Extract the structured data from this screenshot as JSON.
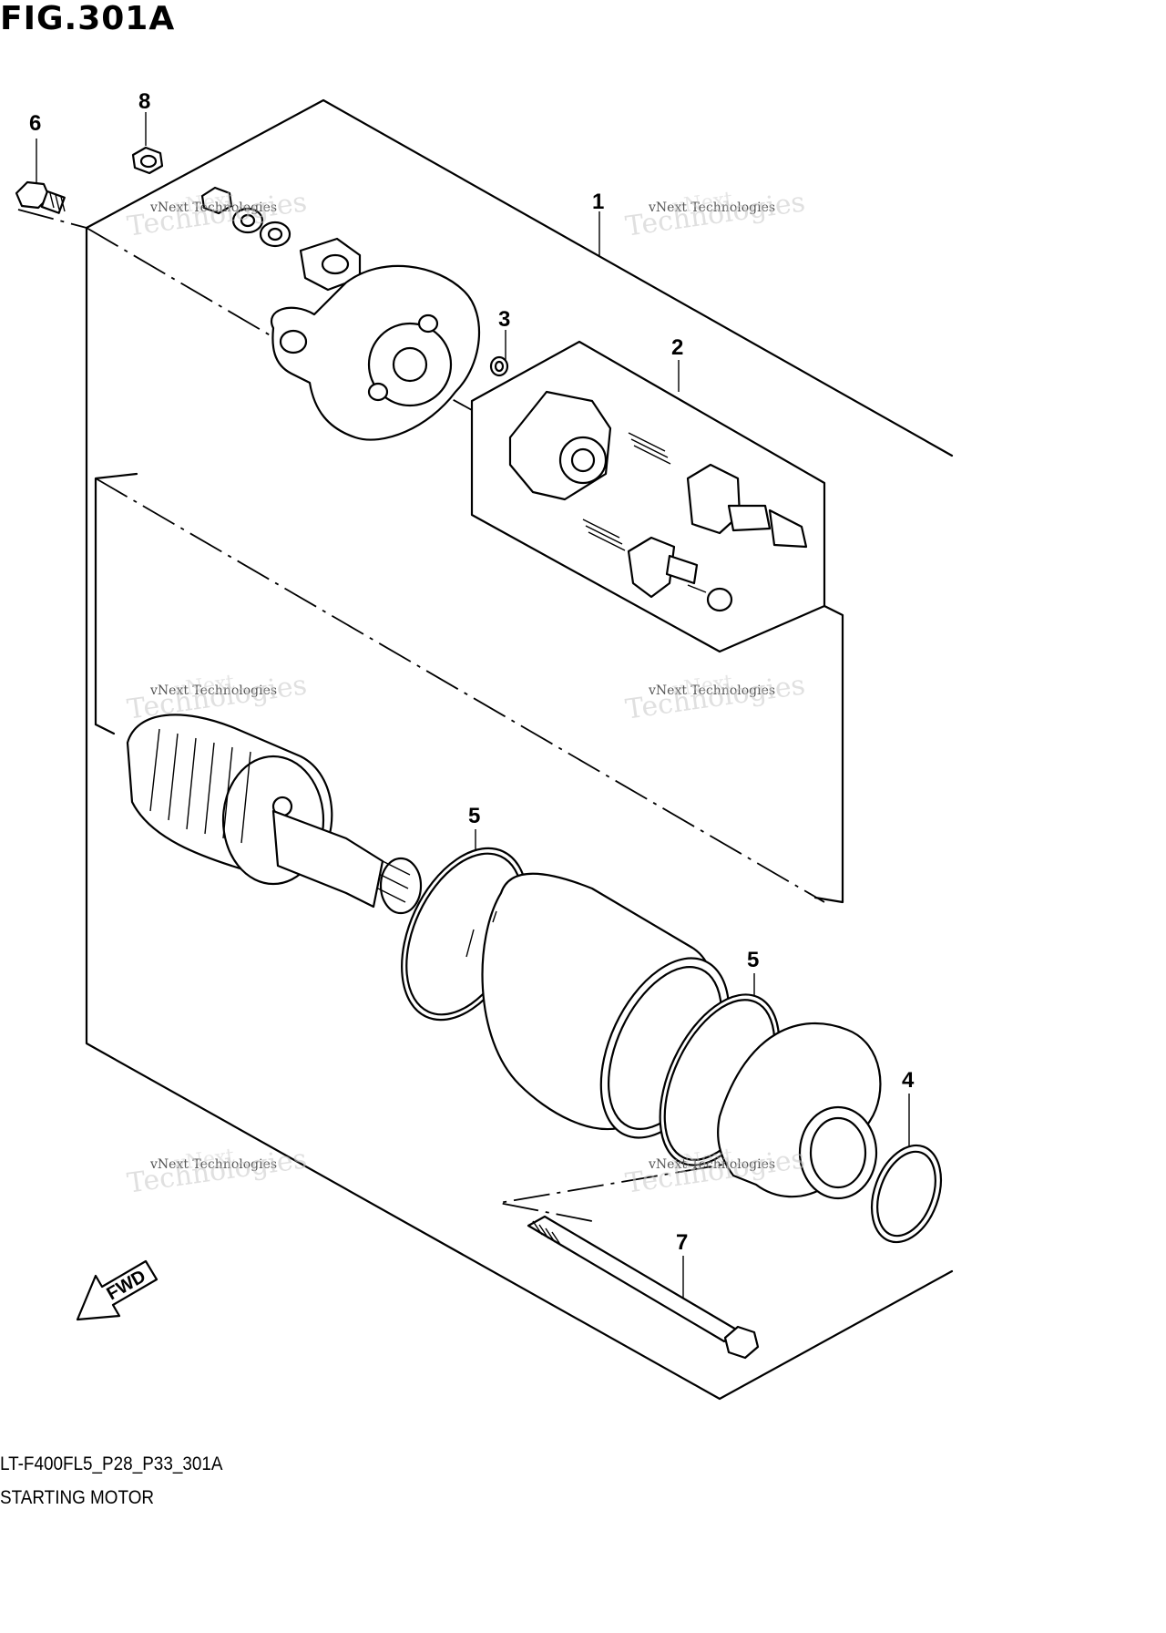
{
  "figure": {
    "title": "FIG.301A",
    "code": "LT-F400FL5_P28_P33_301A",
    "name": "STARTING MOTOR"
  },
  "callouts": [
    {
      "id": "c1",
      "label": "1"
    },
    {
      "id": "c2",
      "label": "2"
    },
    {
      "id": "c3",
      "label": "3"
    },
    {
      "id": "c4",
      "label": "4"
    },
    {
      "id": "c5a",
      "label": "5"
    },
    {
      "id": "c5b",
      "label": "5"
    },
    {
      "id": "c6",
      "label": "6"
    },
    {
      "id": "c7",
      "label": "7"
    },
    {
      "id": "c8",
      "label": "8"
    }
  ],
  "fwd_label": "FWD",
  "watermark": {
    "line1": "vNext Technologies",
    "line2": "Technologies",
    "line3": "vNext"
  }
}
